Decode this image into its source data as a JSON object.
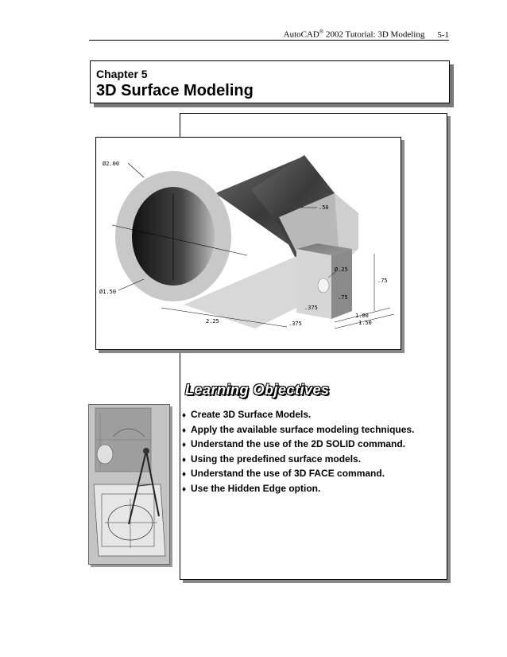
{
  "header": {
    "title_pre": "AutoCAD",
    "registered": "®",
    "title_post": " 2002 Tutorial: 3D Modeling",
    "page_number": "5-1"
  },
  "chapter": {
    "label": "Chapter 5",
    "title": "3D Surface Modeling"
  },
  "figure": {
    "dimensions": {
      "outer_diameter": "Ø2.00",
      "inner_diameter": "Ø1.50",
      "hole_diameter": "Ø.25",
      "top_offset": ".50",
      "length": "2.25",
      "base_thickness": ".375",
      "hole_offset_side": ".375",
      "hole_offset_top": ".75",
      "height": ".75",
      "width_inner": "1.00",
      "width_outer": "1.50"
    }
  },
  "learning_objectives": {
    "title": "Learning Objectives",
    "items": [
      "Create 3D Surface Models.",
      "Apply the available surface modeling techniques.",
      "Understand the use of the 2D SOLID command.",
      "Using the predefined surface models.",
      "Understand the use of 3D FACE command.",
      "Use the Hidden Edge option."
    ]
  }
}
